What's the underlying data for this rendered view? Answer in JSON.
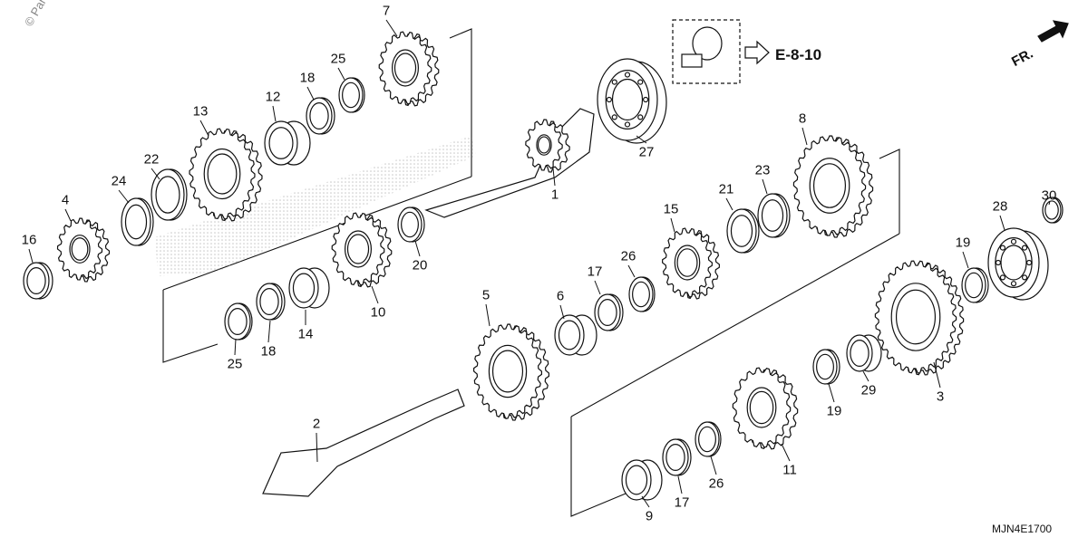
{
  "watermark": "© Par",
  "reference": {
    "label": "E-8-10"
  },
  "direction": {
    "label": "FR."
  },
  "diagram_code": "MJN4E1700",
  "callouts": [
    "1",
    "2",
    "3",
    "4",
    "5",
    "6",
    "7",
    "8",
    "9",
    "10",
    "11",
    "12",
    "13",
    "14",
    "15",
    "16",
    "17",
    "17",
    "18",
    "18",
    "19",
    "19",
    "20",
    "21",
    "22",
    "23",
    "24",
    "25",
    "25",
    "26",
    "26",
    "27",
    "28",
    "29",
    "30"
  ],
  "colors": {
    "ink": "#111111",
    "fill": "#ffffff",
    "shade": "#9a9a9a"
  }
}
